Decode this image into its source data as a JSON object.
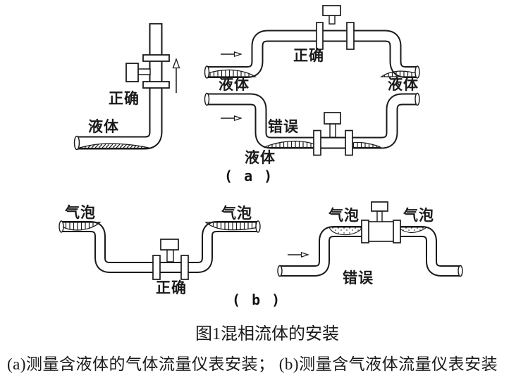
{
  "figure": {
    "title": "图1混相流体的安装",
    "caption": "(a)测量含液体的气体流量仪表安装； (b)测量含气液体流量仪表安装",
    "part_a_tag": "( a )",
    "part_b_tag": "( b )"
  },
  "annotations": {
    "a1_correct": "正确",
    "a1_liquid": "液体",
    "a2_correct": "正确",
    "a2_liquid_left": "液体",
    "a2_liquid_right": "液体",
    "a2_wrong": "错误",
    "a2_liquid_bottom": "液体",
    "b1_bubble_left": "气泡",
    "b1_bubble_right": "气泡",
    "b1_correct": "正确",
    "b2_bubble_left": "气泡",
    "b2_bubble_right": "气泡",
    "b2_wrong": "错误"
  },
  "colors": {
    "line": "#1a1a1a",
    "background": "#ffffff"
  }
}
